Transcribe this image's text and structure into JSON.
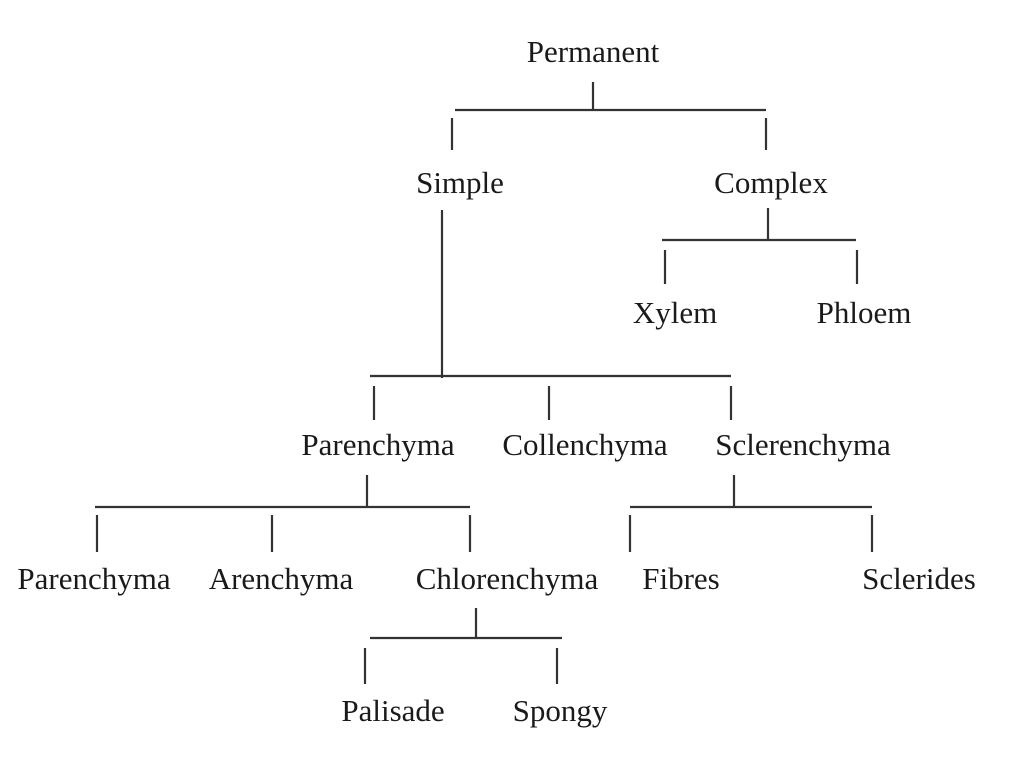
{
  "diagram": {
    "nodes": {
      "permanent": "Permanent",
      "simple": "Simple",
      "complex": "Complex",
      "xylem": "Xylem",
      "phloem": "Phloem",
      "parenchyma_group": "Parenchyma",
      "collenchyma": "Collenchyma",
      "sclerenchyma": "Sclerenchyma",
      "parenchyma": "Parenchyma",
      "arenchyma": "Arenchyma",
      "chlorenchyma": "Chlorenchyma",
      "fibres": "Fibres",
      "sclerides": "Sclerides",
      "palisade": "Palisade",
      "spongy": "Spongy"
    },
    "edges": [
      [
        "permanent",
        "simple"
      ],
      [
        "permanent",
        "complex"
      ],
      [
        "complex",
        "xylem"
      ],
      [
        "complex",
        "phloem"
      ],
      [
        "simple",
        "parenchyma_group"
      ],
      [
        "simple",
        "collenchyma"
      ],
      [
        "simple",
        "sclerenchyma"
      ],
      [
        "parenchyma_group",
        "parenchyma"
      ],
      [
        "parenchyma_group",
        "arenchyma"
      ],
      [
        "parenchyma_group",
        "chlorenchyma"
      ],
      [
        "sclerenchyma",
        "fibres"
      ],
      [
        "sclerenchyma",
        "sclerides"
      ],
      [
        "chlorenchyma",
        "palisade"
      ],
      [
        "chlorenchyma",
        "spongy"
      ]
    ]
  }
}
